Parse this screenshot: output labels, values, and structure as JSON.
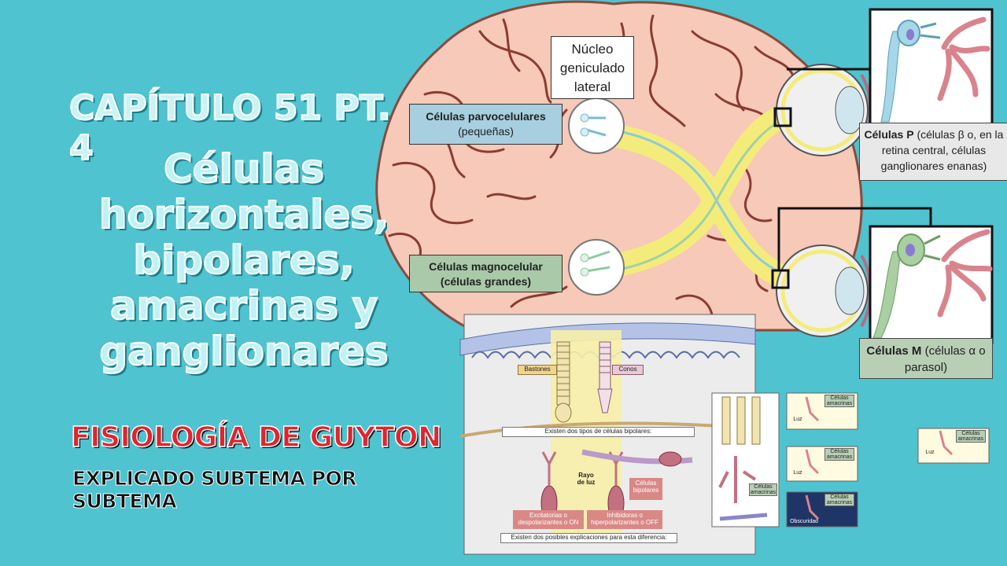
{
  "title": {
    "chapter": "CAPÍTULO 51 PT. 4",
    "main_lines": [
      "Células",
      "horizontales,",
      "bipolares,",
      "amacrinas y",
      "ganglionares"
    ],
    "series": "FISIOLOGÍA DE GUYTON",
    "subtitle": "EXPLICADO SUBTEMA POR SUBTEMA"
  },
  "labels": {
    "nucleo": [
      "Núcleo",
      "geniculado",
      "lateral"
    ],
    "parvo_title": "Células parvocelulares",
    "parvo_sub": "(pequeñas)",
    "magno_title": "Células magnocelular",
    "magno_sub": "(células grandes)",
    "celp_bold": "Células P",
    "celp_rest": " (células β o, en la retina central, células ganglionares enanas)",
    "celm_bold": "Células M",
    "celm_rest": " (células α o parasol)"
  },
  "retina": {
    "bastones": "Bastones",
    "conos": "Conos",
    "bipolar_types": "Existen dos tipos de células bipolares:",
    "rayo": [
      "Rayo",
      "de luz"
    ],
    "celulas_bipolares": [
      "Células",
      "bipolares"
    ],
    "excitatorias": [
      "Excitatorias o",
      "despolarizantes o ON"
    ],
    "inhibidoras": [
      "Inhibidoras o",
      "hiperpolarizantes o OFF"
    ],
    "explicaciones": "Existen dos posibles explicaciones para esta diferencia:"
  },
  "thumbnails": {
    "amacrinas": [
      "Células",
      "amacrinas"
    ],
    "luz": "Luz",
    "oscuridad": "Obscuridad"
  },
  "colors": {
    "background": "#4fc3cf",
    "brain": "#f6c9b8",
    "optic_tract": "#f4ec7a",
    "title_red": "#e3232d"
  }
}
